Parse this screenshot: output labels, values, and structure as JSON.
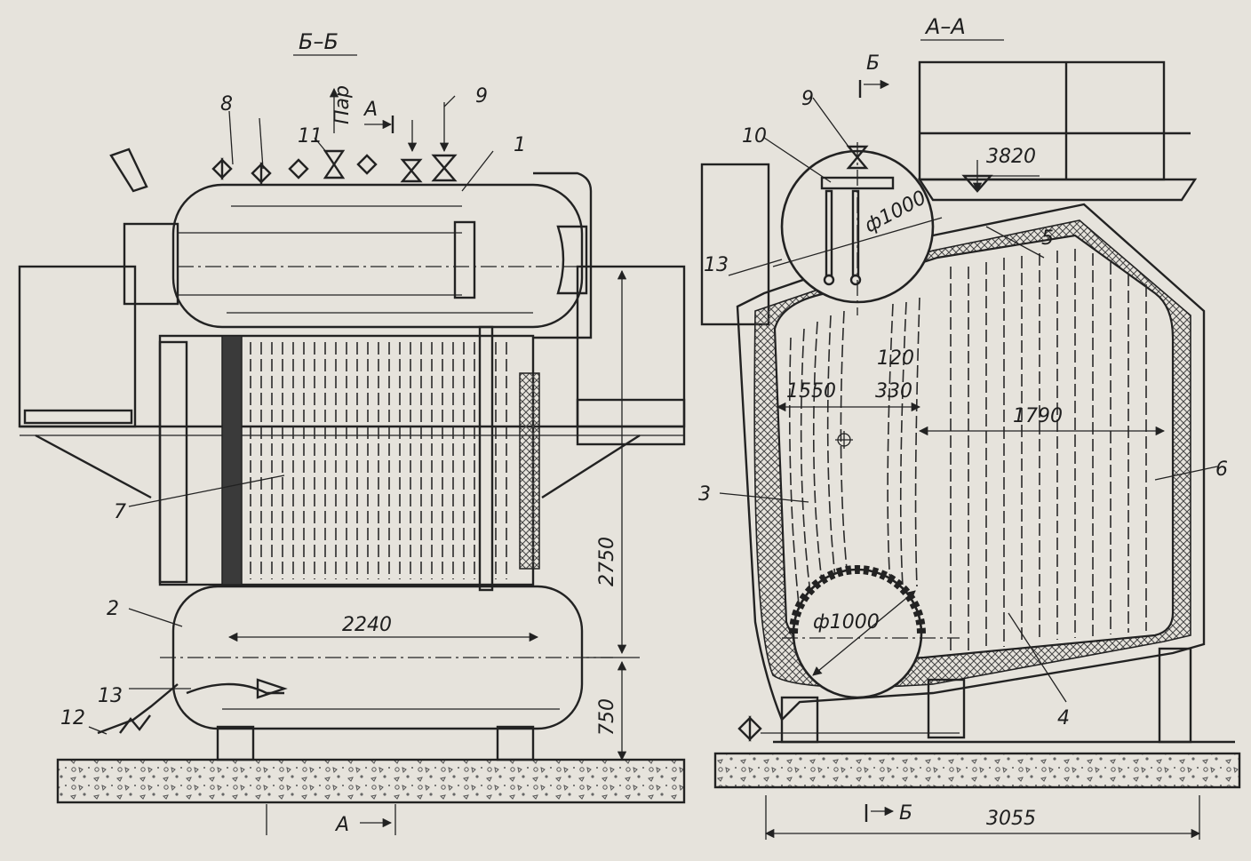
{
  "left_view": {
    "section_label": "Б–Б",
    "steam_label": "Пар",
    "cut_label_top": "А",
    "cut_label_bottom": "А",
    "parts": [
      "1",
      "2",
      "7",
      "8",
      "9",
      "11",
      "12",
      "13"
    ],
    "dimensions": {
      "length": "2240",
      "height": "2750",
      "drum_offset": "750"
    }
  },
  "right_view": {
    "section_label": "А–А",
    "cut_label_top": "Б",
    "cut_label_bottom": "Б",
    "parts": [
      "3",
      "4",
      "5",
      "6",
      "9",
      "10",
      "13"
    ],
    "dimensions": {
      "top_drum_dia": "ф1000",
      "bottom_drum_dia": "ф1000",
      "elevation": "3820",
      "left_width": "1550",
      "gap_top": "120",
      "gap": "330",
      "right_width": "1790",
      "total_width": "3055"
    }
  },
  "colors": {
    "paper": "#e6e3dc",
    "ink": "#222222",
    "hatch": "#555555"
  }
}
